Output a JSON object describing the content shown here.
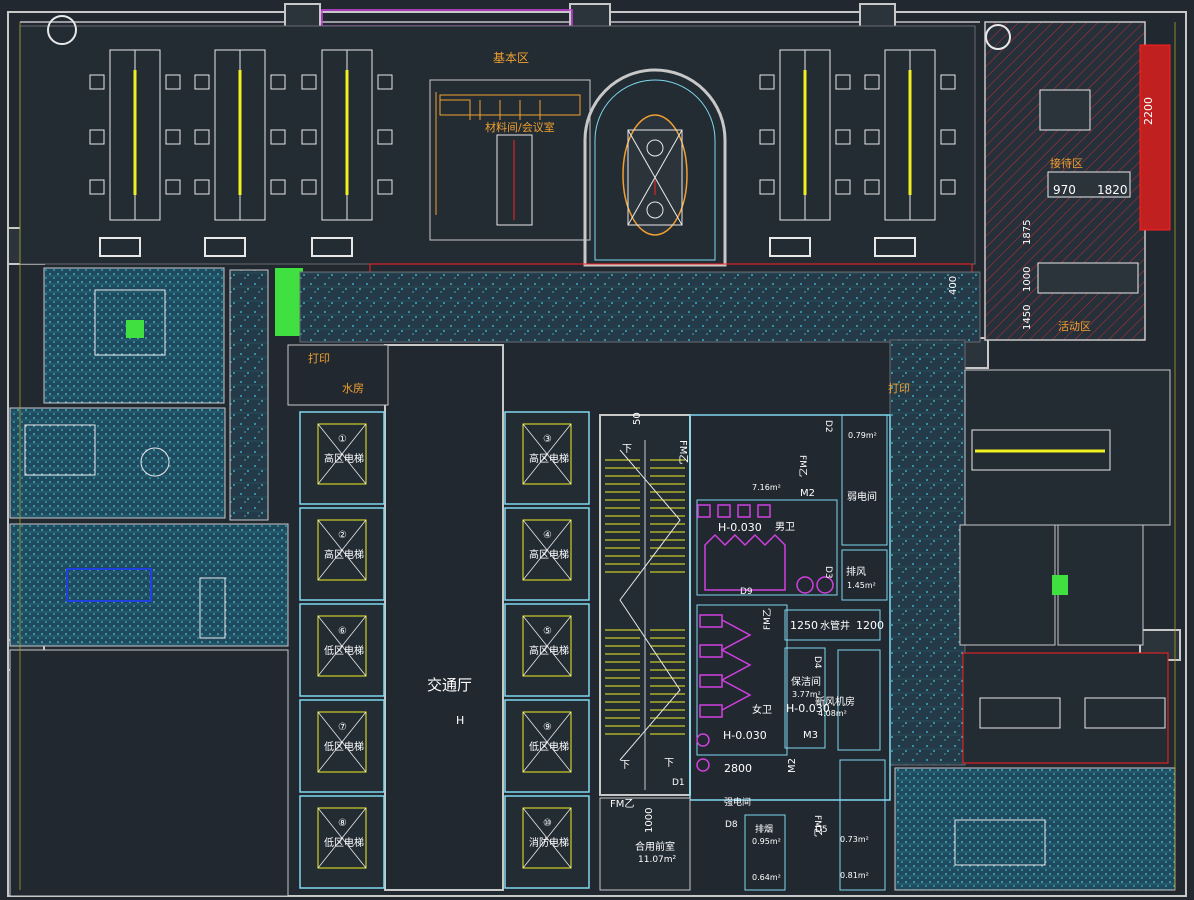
{
  "colors": {
    "background": "#212830",
    "wall": "#c8c8c8",
    "grid_cyan": "#3fd0e0",
    "desk_white": "#e8e8e8",
    "accent_yellow": "#f0f020",
    "label_orange": "#f0a030",
    "label_white": "#ffffff",
    "fixture_magenta": "#d040e0",
    "core_blue": "#7fd8f0",
    "red": "#ff2020",
    "green": "#40e040",
    "hatch_blue": "#2a88c8"
  },
  "rooms": {
    "office_area": "基本区",
    "meeting_room": "材料间/会议室",
    "reception": "接待区",
    "activity": "活动区",
    "lobby": "交通厅",
    "print": "打印",
    "pantry": "水房",
    "print_right": "打印",
    "wc_female": "女卫",
    "wc_male": "男卫",
    "cleaning": "保洁间",
    "fan_room": "新风机房",
    "strong_elec": "强电间",
    "weak_elec": "弱电间",
    "refuge": "合用前室",
    "pipe_well": "水管井",
    "smoke_right": "排风",
    "smoke_small": "排烟"
  },
  "areas": {
    "refuge_area": "11.07m²",
    "cleaning_area": "3.77m²",
    "fan_area": "4.08m²",
    "front_area": "7.16m²",
    "smoke_a": "0.79m²",
    "smoke_b": "1.45m²",
    "smoke_c": "0.73m²",
    "smoke_d": "0.81m²",
    "smoke_e": "0.95m²",
    "smoke_f": "0.64m²"
  },
  "elevators_left": [
    {
      "num": "①",
      "label": "高区电梯"
    },
    {
      "num": "②",
      "label": "高区电梯"
    },
    {
      "num": "⑥",
      "label": "低区电梯"
    },
    {
      "num": "⑦",
      "label": "低区电梯"
    },
    {
      "num": "⑧",
      "label": "低区电梯"
    }
  ],
  "elevators_right": [
    {
      "num": "③",
      "label": "高区电梯"
    },
    {
      "num": "④",
      "label": "高区电梯"
    },
    {
      "num": "⑤",
      "label": "高区电梯"
    },
    {
      "num": "⑨",
      "label": "低区电梯"
    },
    {
      "num": "⑩",
      "label": "消防电梯"
    }
  ],
  "levels": {
    "h1": "H-0.030",
    "h2": "H-0.030",
    "h3": "H-0.030",
    "h_lobby": "H"
  },
  "dims": {
    "d970": "970",
    "d1820": "1820",
    "d1875": "1875",
    "d1000": "1000",
    "d1450": "1450",
    "d1250": "1250",
    "d1200": "1200",
    "d2800": "2800",
    "d1000b": "1000",
    "d50": "50",
    "d400": "400",
    "d2200": "2200"
  },
  "doors": {
    "fm1": "FM乙",
    "fm2": "FM乙",
    "fm3": "FM乙",
    "fm4": "FM乙",
    "m2": "M2",
    "m3": "M3",
    "m2b": "M2",
    "d1": "D1",
    "d2": "D2",
    "d3": "D3",
    "d4": "D4",
    "d5": "D5",
    "d8": "D8",
    "d9": "D9",
    "fm_bottom": "FM乙"
  },
  "stairs": {
    "down1": "下",
    "down2": "下",
    "down3": "下"
  }
}
